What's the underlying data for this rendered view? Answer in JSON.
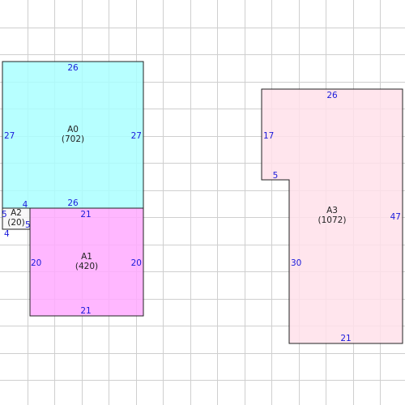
{
  "colors": {
    "background": "#ffffff",
    "grid": "#cfcfcf",
    "outline": "#222222",
    "dimension_text": "#1a1adb",
    "label_text": "#222222"
  },
  "rooms": [
    {
      "id": "A0",
      "name": "A0",
      "area": "(702)",
      "fill": "#aaffff",
      "dimensions": {
        "top": "26",
        "left": "27",
        "right": "27",
        "bottom": "26"
      }
    },
    {
      "id": "A1",
      "name": "A1",
      "area": "(420)",
      "fill": "#ffaaff",
      "dimensions": {
        "top": "21",
        "left": "20",
        "right": "20",
        "bottom": "21"
      }
    },
    {
      "id": "A2",
      "name": "A2",
      "area": "(20)",
      "fill": "#f7f7f7",
      "dimensions": {
        "top": "4",
        "left": "5",
        "right": "5",
        "bottom": "4"
      }
    },
    {
      "id": "A3",
      "name": "A3",
      "area": "(1072)",
      "fill": "#ffe0ea",
      "dimensions": {
        "top": "26",
        "left_upper": "17",
        "step": "5",
        "left_lower": "30",
        "right": "47",
        "bottom": "21"
      }
    }
  ]
}
